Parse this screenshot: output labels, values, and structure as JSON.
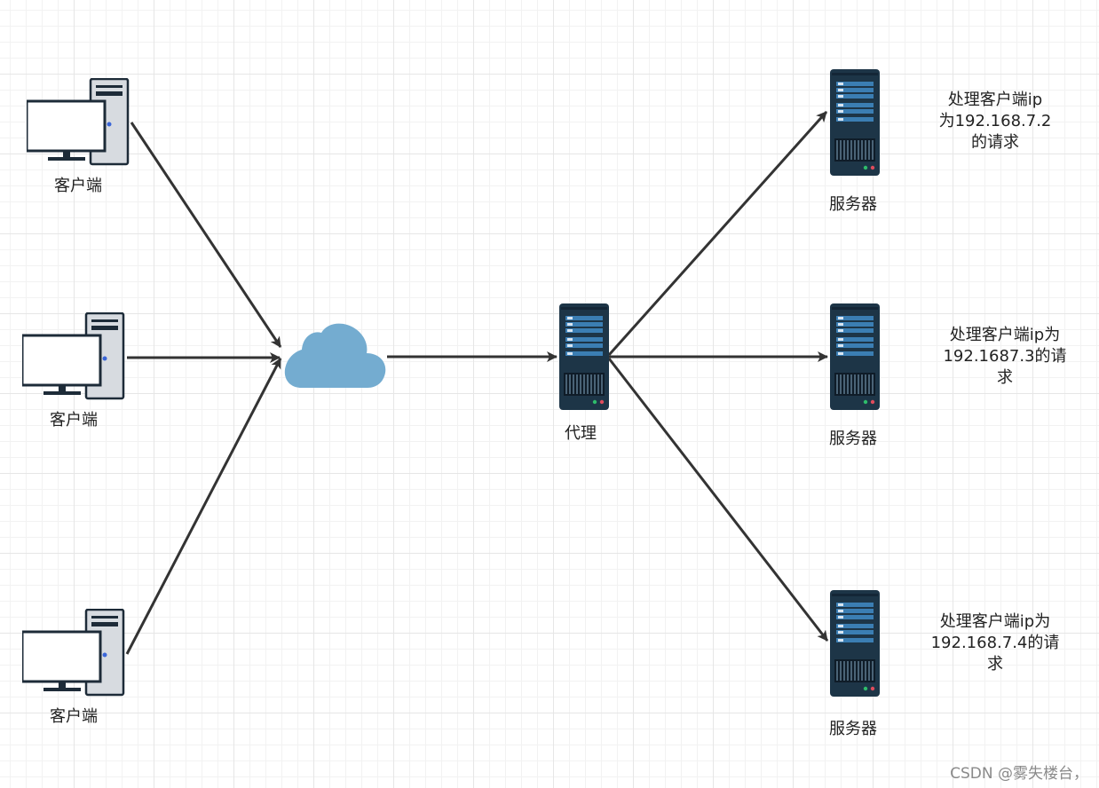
{
  "diagram": {
    "clients": [
      {
        "label": "客户端"
      },
      {
        "label": "客户端"
      },
      {
        "label": "客户端"
      }
    ],
    "proxy": {
      "label": "代理"
    },
    "servers": [
      {
        "label": "服务器",
        "note_lines": [
          "处理客户端ip",
          "为192.168.7.2",
          "的请求"
        ]
      },
      {
        "label": "服务器",
        "note_lines": [
          "处理客户端ip为",
          "192.1687.3的请",
          "求"
        ]
      },
      {
        "label": "服务器",
        "note_lines": [
          "处理客户端ip为",
          "192.168.7.4的请",
          "求"
        ]
      }
    ],
    "cloud": {
      "icon": "cloud-icon",
      "color": "#74acd0"
    },
    "colors": {
      "edge": "#333333",
      "server_body": "#1d3547",
      "server_slot": "#3b7eb3",
      "desktop_tower": "#d7dbe0",
      "cloud": "#74acd0"
    }
  },
  "watermark": "CSDN @雾失楼台，"
}
